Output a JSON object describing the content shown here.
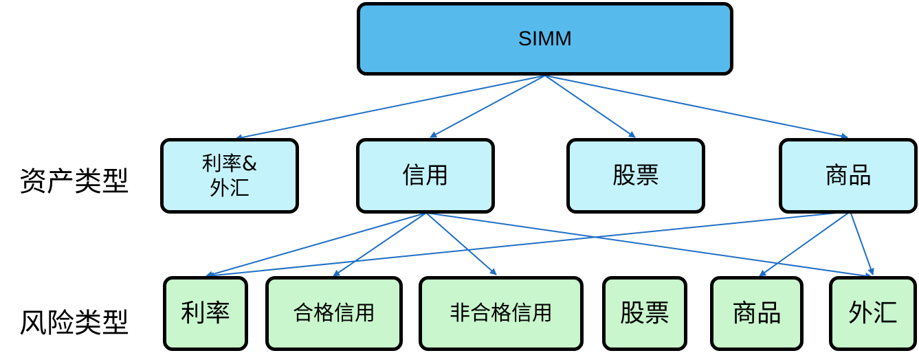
{
  "root": {
    "label": "SIMM"
  },
  "row_labels": {
    "asset": "资产类型",
    "risk": "风险类型"
  },
  "asset_types": [
    {
      "id": "ir_fx",
      "label": "利率&\n外汇"
    },
    {
      "id": "credit",
      "label": "信用"
    },
    {
      "id": "equity",
      "label": "股票"
    },
    {
      "id": "commodity",
      "label": "商品"
    }
  ],
  "risk_types": [
    {
      "id": "rates",
      "label": "利率"
    },
    {
      "id": "credit_q",
      "label": "合格信用"
    },
    {
      "id": "credit_nq",
      "label": "非合格信用"
    },
    {
      "id": "equity",
      "label": "股票"
    },
    {
      "id": "commodity",
      "label": "商品"
    },
    {
      "id": "fx",
      "label": "外汇"
    }
  ],
  "edges": [
    {
      "from": "root",
      "to": "ir_fx"
    },
    {
      "from": "root",
      "to": "credit"
    },
    {
      "from": "root",
      "to": "equity"
    },
    {
      "from": "root",
      "to": "commodity"
    },
    {
      "from": "credit",
      "to": "rates"
    },
    {
      "from": "credit",
      "to": "credit_q"
    },
    {
      "from": "credit",
      "to": "credit_nq"
    },
    {
      "from": "credit",
      "to": "fx"
    },
    {
      "from": "commodity",
      "to": "rates"
    },
    {
      "from": "commodity",
      "to": "commodity"
    },
    {
      "from": "commodity",
      "to": "fx"
    }
  ],
  "colors": {
    "root_fill": "#56bbec",
    "asset_fill": "#c5f3fb",
    "risk_fill": "#c9f6cd",
    "arrow": "#1f6fc5",
    "border": "#000000"
  }
}
